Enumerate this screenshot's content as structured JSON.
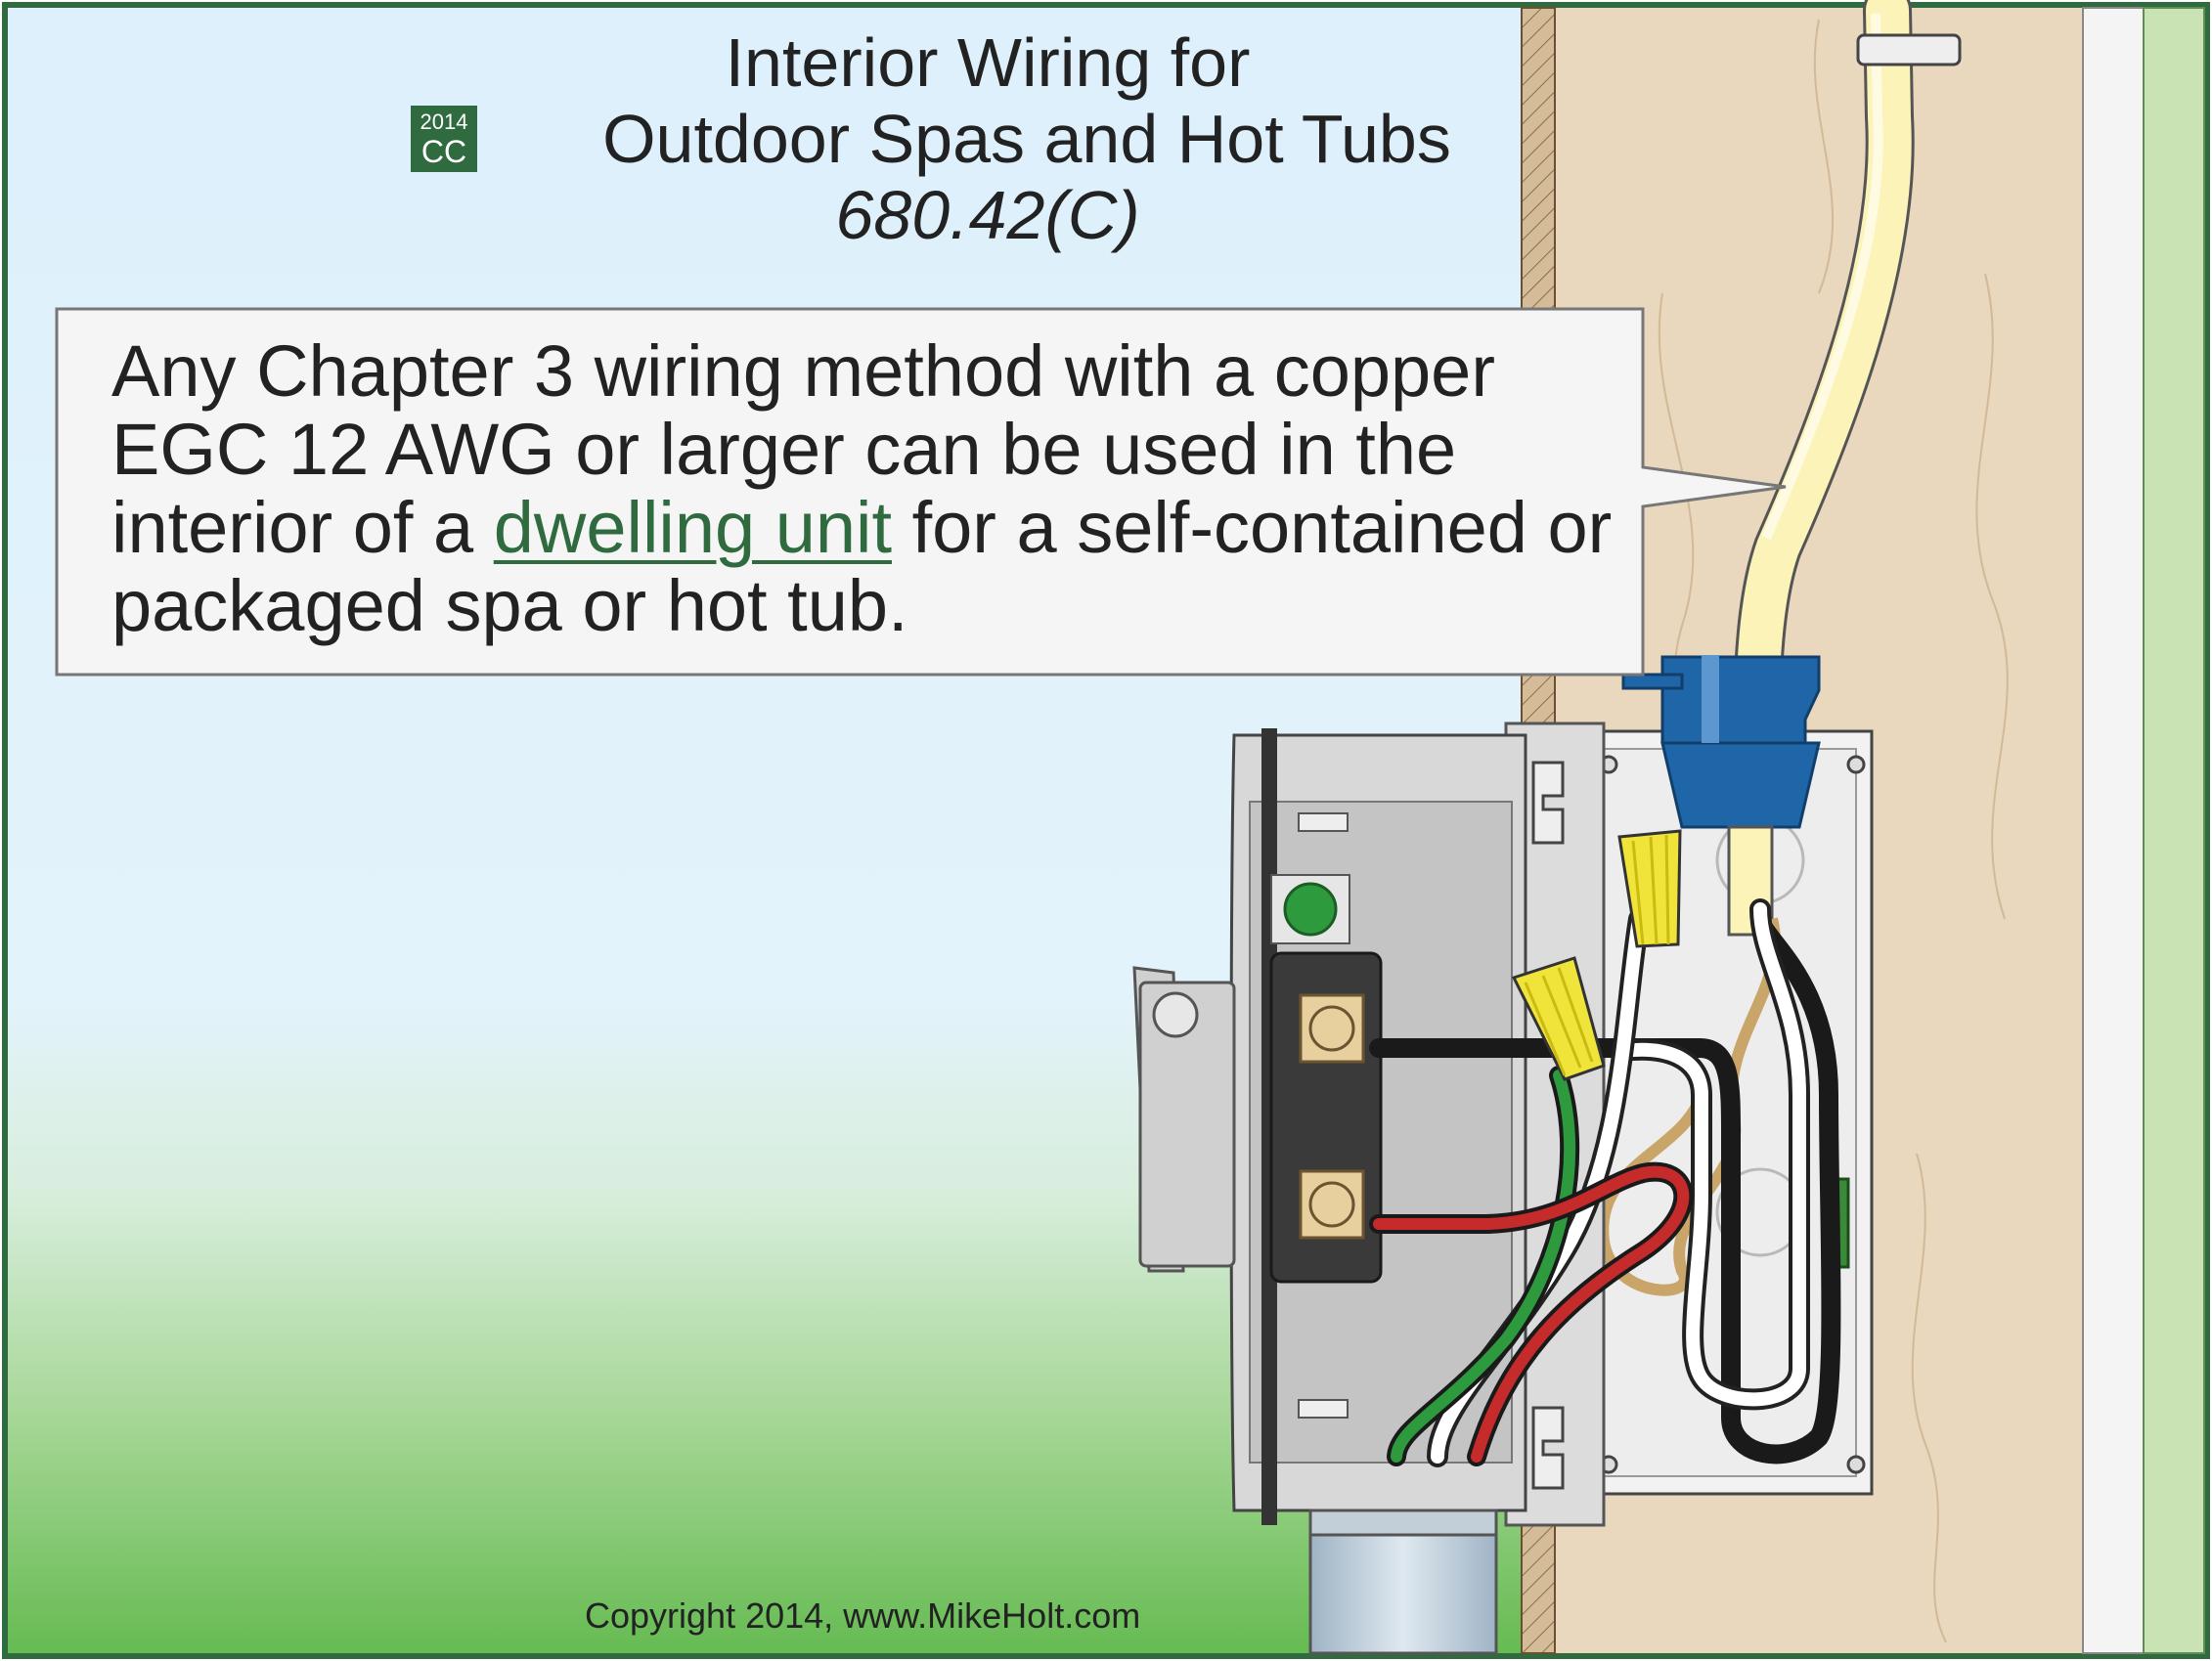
{
  "title": {
    "line1": "Interior Wiring for",
    "line2": "Outdoor Spas and Hot Tubs",
    "line3": "680.42(C)"
  },
  "badge": {
    "year": "2014",
    "code": "CC"
  },
  "callout": {
    "before_link": "Any Chapter 3 wiring method with a copper EGC 12 AWG or larger can be used in the interior of a ",
    "link_text": "dwelling unit",
    "after_link": " for a self-contained or packaged spa or hot tub."
  },
  "copyright": "Copyright 2014, www.MikeHolt.com",
  "colors": {
    "border": "#2f6b3f",
    "sky_top": "#d6eef9",
    "grass": "#6cbf58",
    "wall": "#e8d6bd",
    "siding": "#d9c2a1",
    "cable": "#fbf3b8",
    "connector": "#1f66a8",
    "wire_nut": "#f0e33a",
    "green_strip": "#c9e3b4"
  }
}
